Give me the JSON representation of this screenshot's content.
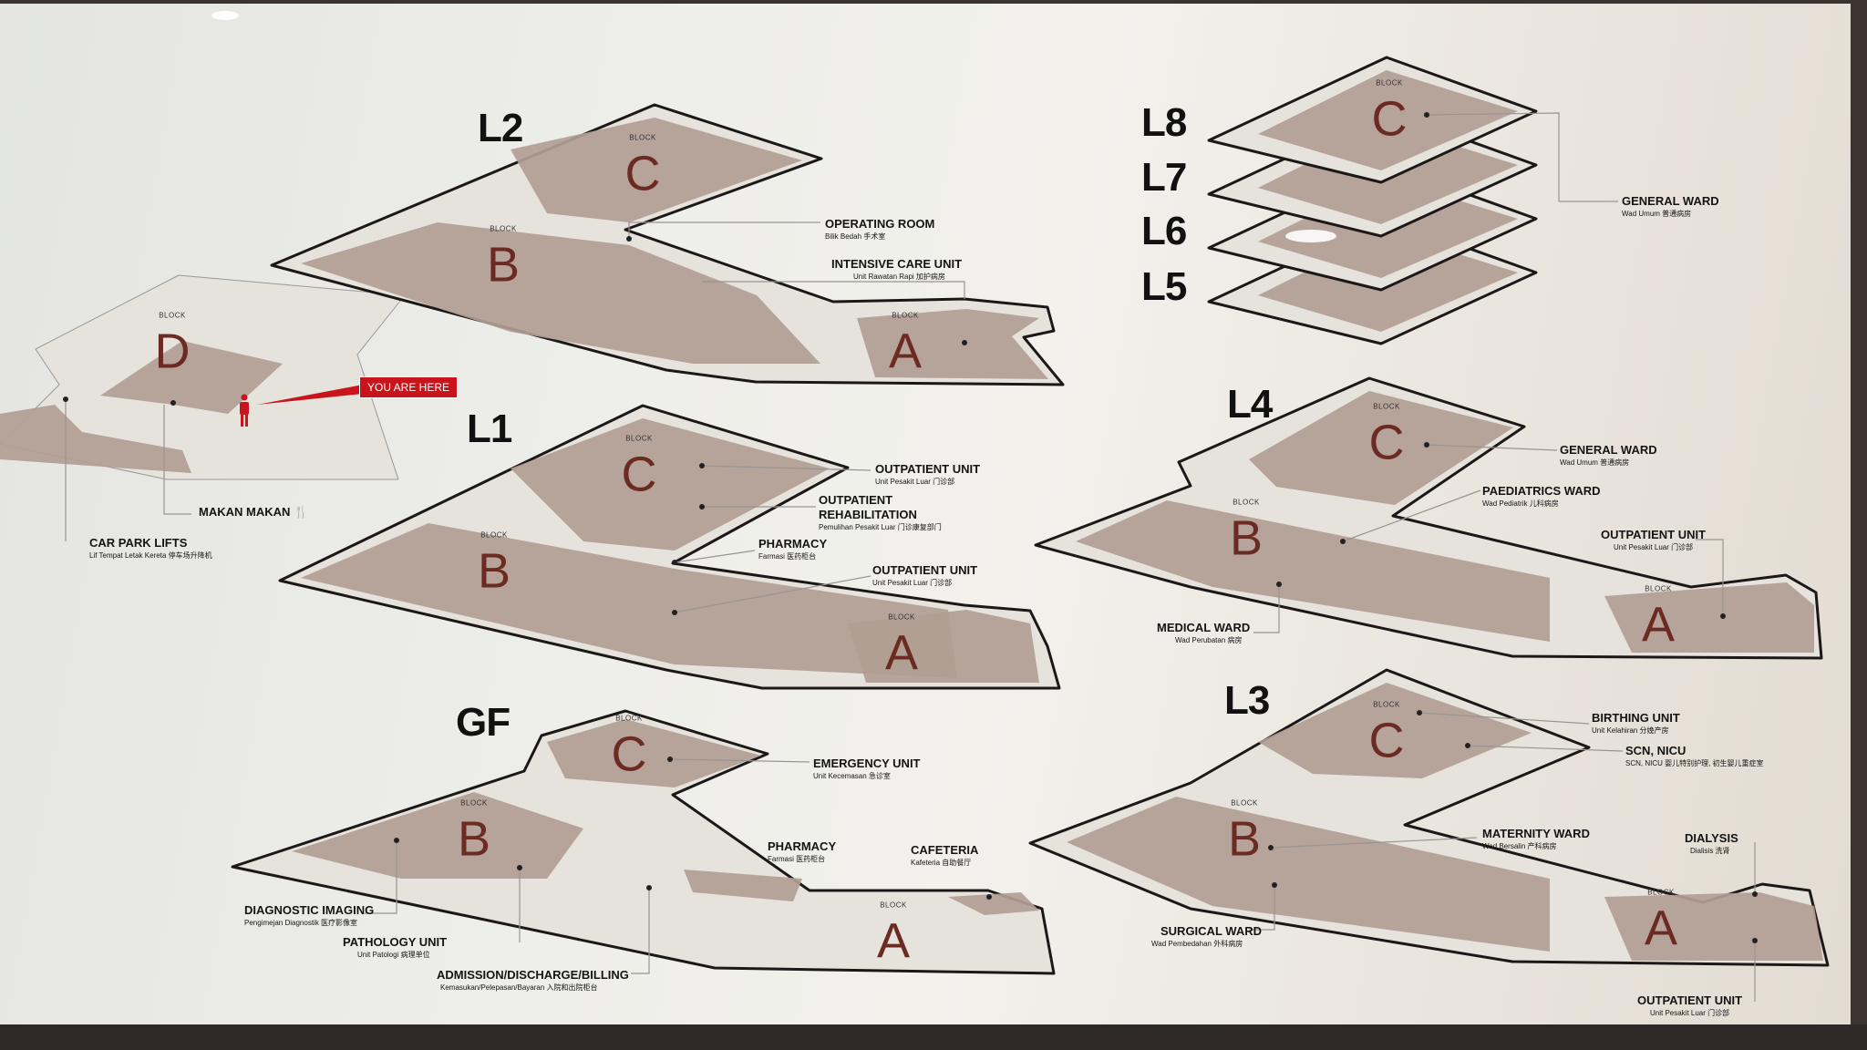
{
  "block_word": "BLOCK",
  "you_are_here": "YOU ARE HERE",
  "levels": {
    "L8": "L8",
    "L7": "L7",
    "L6": "L6",
    "L5": "L5",
    "L4": "L4",
    "L3": "L3",
    "L2": "L2",
    "L1": "L1",
    "GF": "GF"
  },
  "blocks": {
    "A": "A",
    "B": "B",
    "C": "C",
    "D": "D"
  },
  "labels": {
    "operating_room": {
      "t": "OPERATING ROOM",
      "s": "Bilik Bedah  手术室"
    },
    "icu": {
      "t": "INTENSIVE CARE UNIT",
      "s": "Unit Rawatan Rapi  加护病房"
    },
    "l1_outpatient_c": {
      "t": "OUTPATIENT UNIT",
      "s": "Unit Pesakit Luar  门诊部"
    },
    "l1_rehab": {
      "t": "OUTPATIENT REHABILITATION",
      "s": "Pemulihan Pesakit Luar  门诊康复部门"
    },
    "l1_pharmacy": {
      "t": "PHARMACY",
      "s": "Farmasi  医药柜台"
    },
    "l1_outpatient_b": {
      "t": "OUTPATIENT UNIT",
      "s": "Unit Pesakit Luar  门诊部"
    },
    "emergency": {
      "t": "EMERGENCY UNIT",
      "s": "Unit Kecemasan  急诊室"
    },
    "gf_pharmacy": {
      "t": "PHARMACY",
      "s": "Farmasi  医药柜台"
    },
    "cafeteria": {
      "t": "CAFETERIA",
      "s": "Kafeteria  自助餐厅"
    },
    "diagnostic": {
      "t": "DIAGNOSTIC IMAGING",
      "s": "Pengimejan Diagnostik  医疗影像室"
    },
    "pathology": {
      "t": "PATHOLOGY UNIT",
      "s": "Unit Patologi  病理单位"
    },
    "admission": {
      "t": "ADMISSION/DISCHARGE/BILLING",
      "s": "Kemasukan/Pelepasan/Bayaran  入院和出院柜台"
    },
    "makan": {
      "t": "MAKAN MAKAN",
      "s": ""
    },
    "car_park": {
      "t": "CAR PARK LIFTS",
      "s": "Lif Tempat Letak Kereta  停车场升降机"
    },
    "upper_general": {
      "t": "GENERAL WARD",
      "s": "Wad Umum  普通病房"
    },
    "l4_general": {
      "t": "GENERAL WARD",
      "s": "Wad Umum  普通病房"
    },
    "paediatrics": {
      "t": "PAEDIATRICS WARD",
      "s": "Wad Pediatrik  儿科病房"
    },
    "l4_outpatient": {
      "t": "OUTPATIENT UNIT",
      "s": "Unit Pesakit Luar  门诊部"
    },
    "medical": {
      "t": "MEDICAL WARD",
      "s": "Wad Perubatan  病房"
    },
    "birthing": {
      "t": "BIRTHING UNIT",
      "s": "Unit Kelahiran  分娩产房"
    },
    "scn": {
      "t": "SCN, NICU",
      "s": "SCN, NICU  婴儿特别护理, 初生婴儿重症室"
    },
    "maternity": {
      "t": "MATERNITY WARD",
      "s": "Wad Bersalin  产科病房"
    },
    "dialysis": {
      "t": "DIALYSIS",
      "s": "Dialisis  洗肾"
    },
    "surgical": {
      "t": "SURGICAL WARD",
      "s": "Wad Pembedahan  外科病房"
    },
    "l3_outpatient": {
      "t": "OUTPATIENT UNIT",
      "s": "Unit Pesakit Luar  门诊部"
    }
  },
  "colors": {
    "accent": "#c8141a",
    "block_letter": "#6b2a22",
    "floor_fill": "#b29e94"
  }
}
